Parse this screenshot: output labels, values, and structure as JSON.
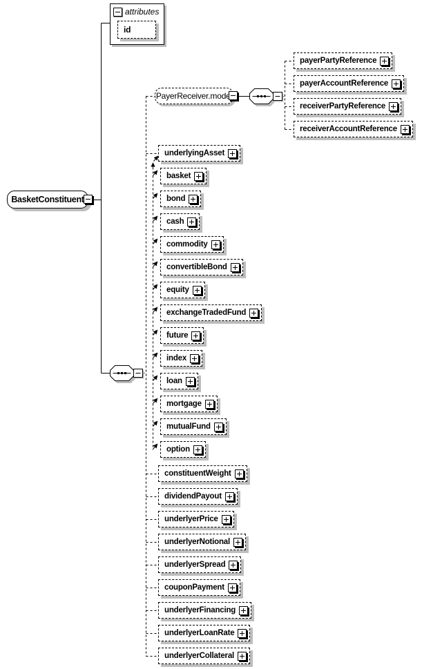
{
  "diagram": {
    "attributes_panel": {
      "title": "attributes",
      "fields": [
        {
          "name": "id"
        }
      ]
    },
    "root_element": {
      "name": "BasketConstituent"
    },
    "payer_receiver_group": {
      "name": "PayerReceiver.model",
      "elements": [
        {
          "name": "payerPartyReference"
        },
        {
          "name": "payerAccountReference"
        },
        {
          "name": "receiverPartyReference"
        },
        {
          "name": "receiverAccountReference"
        }
      ]
    },
    "content_model": {
      "head_element": {
        "name": "underlyingAsset"
      },
      "substitution_elements": [
        {
          "name": "basket"
        },
        {
          "name": "bond"
        },
        {
          "name": "cash"
        },
        {
          "name": "commodity"
        },
        {
          "name": "convertibleBond"
        },
        {
          "name": "equity"
        },
        {
          "name": "exchangeTradedFund"
        },
        {
          "name": "future"
        },
        {
          "name": "index"
        },
        {
          "name": "loan"
        },
        {
          "name": "mortgage"
        },
        {
          "name": "mutualFund"
        },
        {
          "name": "option"
        }
      ],
      "additional_elements": [
        {
          "name": "constituentWeight"
        },
        {
          "name": "dividendPayout"
        },
        {
          "name": "underlyerPrice"
        },
        {
          "name": "underlyerNotional"
        },
        {
          "name": "underlyerSpread"
        },
        {
          "name": "couponPayment"
        },
        {
          "name": "underlyerFinancing"
        },
        {
          "name": "underlyerLoanRate"
        },
        {
          "name": "underlyerCollateral"
        }
      ]
    },
    "icons": {
      "expand": "plus-icon",
      "collapse": "minus-icon",
      "sequence": "sequence-icon"
    },
    "colors": {
      "line": "#000000",
      "box_background": "#ffffff",
      "shadow": "#bdbdbd"
    }
  }
}
